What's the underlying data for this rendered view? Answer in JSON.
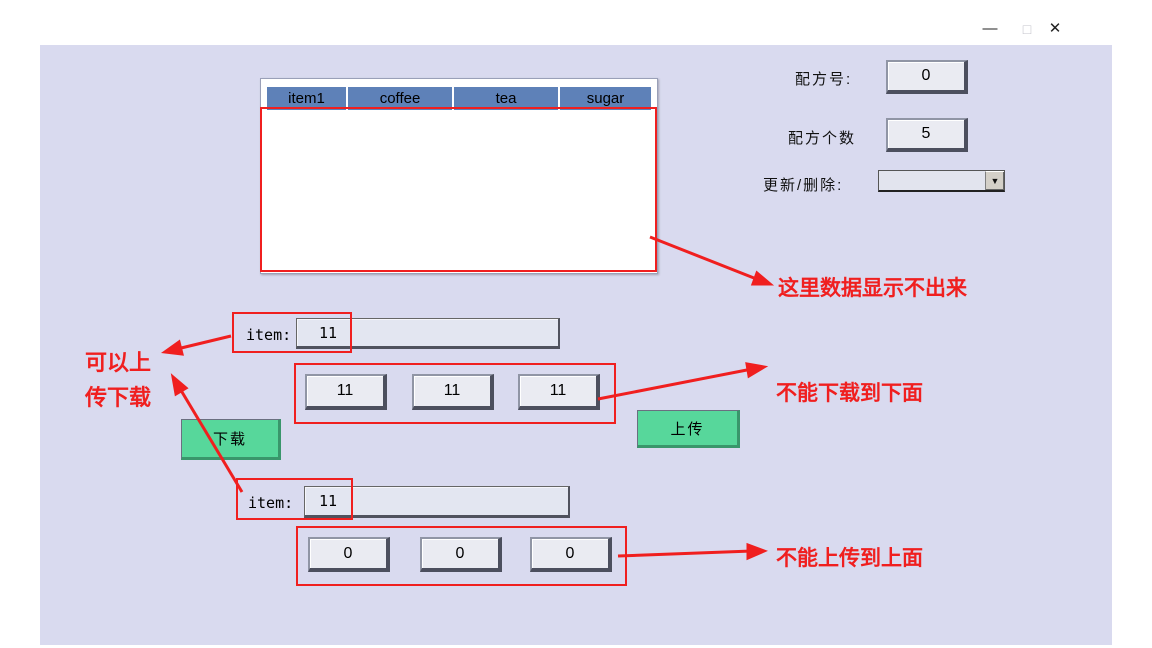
{
  "window": {
    "minimize_icon": "—",
    "maximize_icon": "□",
    "close_icon": "✕"
  },
  "recipe_table": {
    "headers": [
      "item1",
      "coffee",
      "tea",
      "sugar"
    ]
  },
  "right_panel": {
    "recipe_no": {
      "label": "配方号:",
      "value": "0"
    },
    "recipe_count": {
      "label": "配方个数",
      "value": "5"
    },
    "update_delete": {
      "label": "更新/删除:",
      "value": "",
      "dropdown_arrow": "▼"
    }
  },
  "upper_group": {
    "item_label": "item:",
    "item_value": "11",
    "fields": [
      "11",
      "11",
      "11"
    ]
  },
  "lower_group": {
    "item_label": "item:",
    "item_value": "11",
    "fields": [
      "0",
      "0",
      "0"
    ]
  },
  "buttons": {
    "download": "下载",
    "upload": "上传"
  },
  "annotations": {
    "table_note": "这里数据显示不出来",
    "left_note_line1": "可以上",
    "left_note_line2": "传下载",
    "download_note": "不能下载到下面",
    "upload_note": "不能上传到上面"
  },
  "colors": {
    "panel_bg": "#d9daef",
    "header_blue": "#5e81b8",
    "button_green": "#57d79b",
    "annotation_red": "#f01f1f"
  }
}
